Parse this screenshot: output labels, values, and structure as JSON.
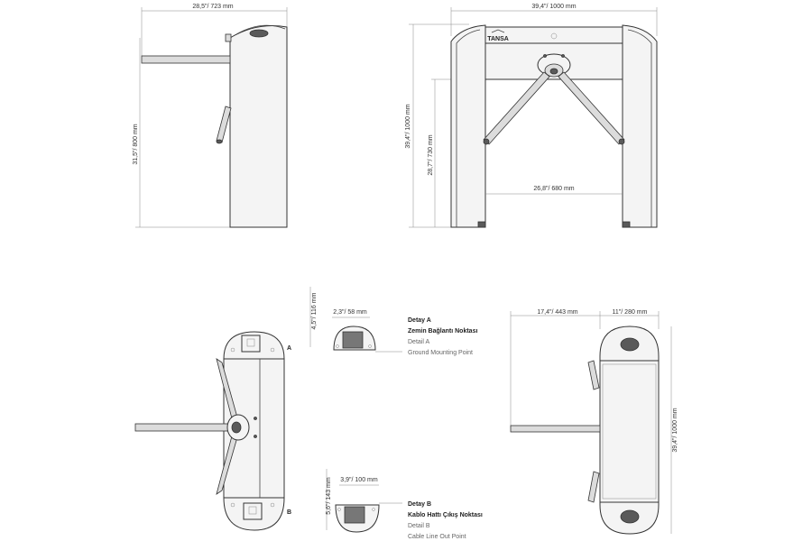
{
  "side_view": {
    "width_label": "28,5\"/ 723 mm",
    "height_label": "31,5\"/ 800 mm"
  },
  "front_view": {
    "width_label": "39,4\"/ 1000 mm",
    "height_label": "39,4\"/ 1000 mm",
    "arm_height_label": "28,7\"/ 730 mm",
    "passage_label": "26,8\"/ 680 mm",
    "brand": "TANSA"
  },
  "detail_a": {
    "height_label": "4,5\"/ 116 mm",
    "width_label": "2,3\"/ 58 mm",
    "title_tr": "Detay A",
    "subtitle_tr": "Zemin Bağlantı Noktası",
    "title_en": "Detail A",
    "subtitle_en": "Ground Mounting Point"
  },
  "detail_b": {
    "height_label": "5,6\"/ 143 mm",
    "width_label": "3,9\"/ 100 mm",
    "title_tr": "Detay B",
    "subtitle_tr": "Kablo Hattı Çıkış Noktası",
    "title_en": "Detail B",
    "subtitle_en": "Cable Line Out Point"
  },
  "top_view_left": {
    "marker_a": "A",
    "marker_b": "B"
  },
  "top_view_right": {
    "width_left_label": "17,4\"/ 443 mm",
    "width_right_label": "11\"/ 280 mm",
    "height_label": "39,4\"/ 1000 mm"
  }
}
